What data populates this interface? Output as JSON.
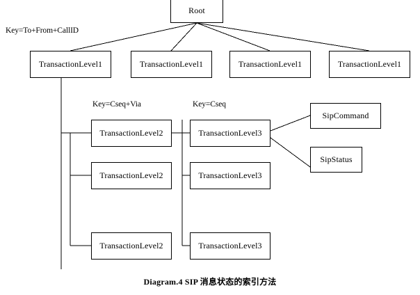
{
  "diagram": {
    "caption": "Diagram.4 SIP 消息状态的索引方法",
    "root": {
      "label": "Root"
    },
    "key_labels": {
      "level1": "Key=To+From+CallID",
      "level2": "Key=Cseq+Via",
      "level3": "Key=Cseq"
    },
    "level1_nodes": [
      {
        "label": "TransactionLevel1"
      },
      {
        "label": "TransactionLevel1"
      },
      {
        "label": "TransactionLevel1"
      },
      {
        "label": "TransactionLevel1"
      }
    ],
    "level2_nodes": [
      {
        "label": "TransactionLevel2"
      },
      {
        "label": "TransactionLevel2"
      },
      {
        "label": "TransactionLevel2"
      }
    ],
    "level3_nodes": [
      {
        "label": "TransactionLevel3"
      },
      {
        "label": "TransactionLevel3"
      },
      {
        "label": "TransactionLevel3"
      }
    ],
    "leaf_nodes": [
      {
        "label": "SipCommand"
      },
      {
        "label": "SipStatus"
      }
    ],
    "colors": {
      "stroke": "#000000",
      "fill": "#ffffff",
      "text": "#000000"
    }
  }
}
